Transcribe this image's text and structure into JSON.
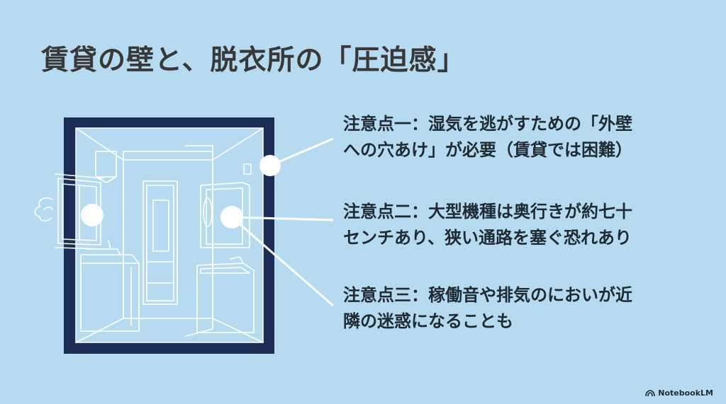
{
  "title": "賃貸の壁と、脱衣所の「圧迫感」",
  "notes": [
    {
      "line1": "注意点一：湿気を逃がすための「外壁",
      "line2": "への穴あけ」が必要（賃貸では困難）"
    },
    {
      "line1": "注意点二：大型機種は奥行きが約七十",
      "line2": "センチあり、狭い通路を塞ぐ恐れあり"
    },
    {
      "line1": "注意点三：稼働音や排気のにおいが近",
      "line2": "隣の迷惑になることも"
    }
  ],
  "brand": {
    "label": "NotebookLM",
    "icon": "notebooklm-logo-icon"
  },
  "colors": {
    "background": "#b6dbf0",
    "frame": "#1c2e55",
    "callout": "#ffffff",
    "text": "#1f2a33"
  }
}
